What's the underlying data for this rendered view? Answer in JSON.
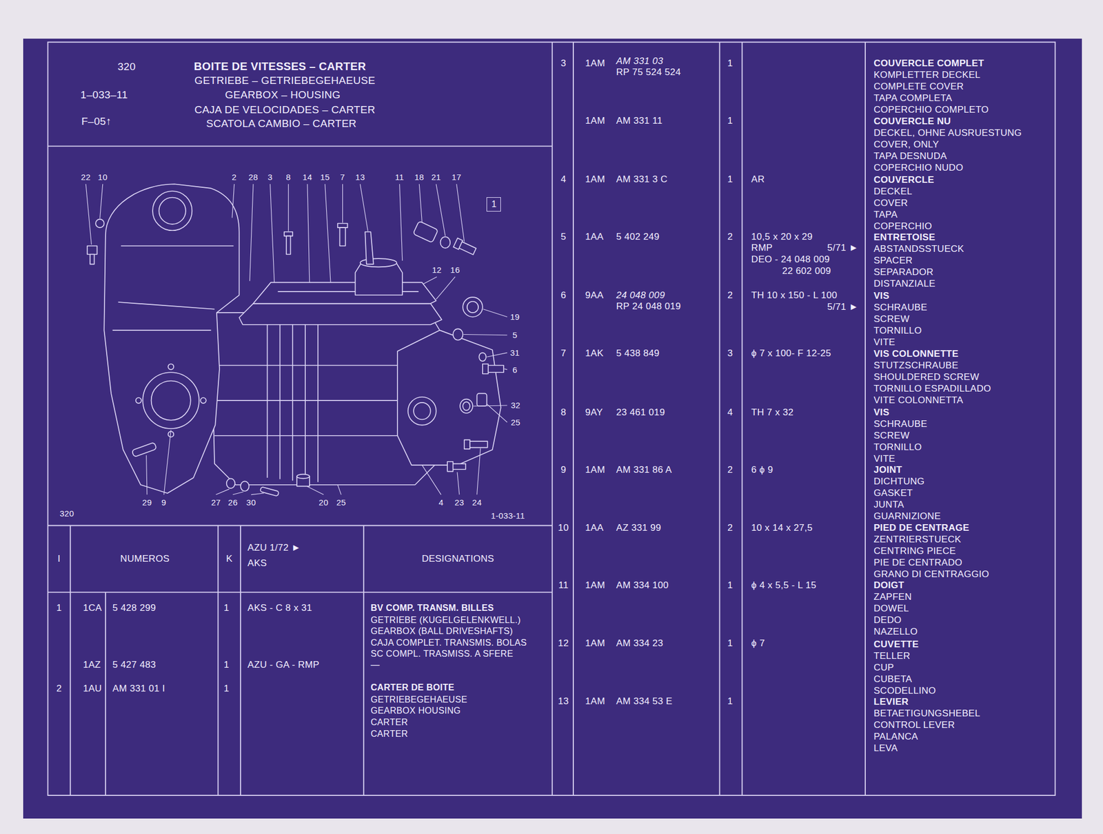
{
  "diagram": {
    "title": "BOITE DE VITESSES – CARTER",
    "nodes": [
      {
        "text": [
          "1"
        ]
      }
    ],
    "labels": [
      "320",
      "GETRIEBE – GETRIEBEGEHAEUSE",
      "1–033–11",
      "GEARBOX – HOUSING",
      "CAJA DE VELOCIDADES – CARTER",
      "F–05↑",
      "SCATOLA CAMBIO – CARTER",
      "22",
      "10",
      "2",
      "28",
      "3",
      "8",
      "14",
      "15",
      "7",
      "13",
      "11",
      "18",
      "21",
      "17",
      "12",
      "16",
      "19",
      "5",
      "31",
      "6",
      "32",
      "25",
      "29",
      "9",
      "27",
      "26",
      "30",
      "20",
      "25",
      "4",
      "23",
      "24",
      "320",
      "1-033-11",
      "I",
      "NUMEROS",
      "K",
      "AZU 1/72 ►",
      "AKS",
      "DESIGNATIONS",
      "1",
      "1CA",
      "5 428 299",
      "1",
      "AKS - C 8 x 31",
      "BV COMP. TRANSM. BILLES",
      "GETRIEBE (KUGELGELENKWELL.)",
      "GEARBOX (BALL DRIVESHAFTS)",
      "CAJA COMPLET. TRANSMIS. BOLAS",
      "SC COMPL. TRASMISS. A SFERE",
      "—",
      "1AZ",
      "5 427 483",
      "1",
      "AZU - GA - RMP",
      "2",
      "1AU",
      "AM 331 01 I",
      "1",
      "CARTER DE BOITE",
      "GETRIEBEGEHAEUSE",
      "GEARBOX HOUSING",
      "CARTER",
      "CARTER",
      "3",
      "1AM",
      "AM 331 03",
      "RP 75 524 524",
      "1",
      "COUVERCLE COMPLET",
      "KOMPLETTER DECKEL",
      "COMPLETE COVER",
      "TAPA COMPLETA",
      "COPERCHIO COMPLETO",
      "1AM",
      "AM 331 11",
      "1",
      "COUVERCLE NU",
      "DECKEL, OHNE AUSRUESTUNG",
      "COVER, ONLY",
      "TAPA DESNUDA",
      "COPERCHIO NUDO",
      "4",
      "1AM",
      "AM 331 3 C",
      "1",
      "AR",
      "COUVERCLE",
      "DECKEL",
      "COVER",
      "TAPA",
      "COPERCHIO",
      "5",
      "1AA",
      "5 402 249",
      "2",
      "10,5 x 20 x 29",
      "RMP",
      "5/71 ►",
      "DEO - 24 048 009",
      "22 602 009",
      "ENTRETOISE",
      "ABSTANDSSTUECK",
      "SPACER",
      "SEPARADOR",
      "DISTANZIALE",
      "6",
      "9AA",
      "24 048 009",
      "RP 24 048 019",
      "2",
      "TH 10 x 150 - L 100",
      "5/71 ►",
      "VIS",
      "SCHRAUBE",
      "SCREW",
      "TORNILLO",
      "VITE",
      "7",
      "1AK",
      "5 438 849",
      "3",
      "ϕ 7 x 100- F 12-25",
      "VIS COLONNETTE",
      "STUTZSCHRAUBE",
      "SHOULDERED SCREW",
      "TORNILLO ESPADILLADO",
      "VITE COLONNETTA",
      "8",
      "9AY",
      "23 461 019",
      "4",
      "TH 7 x 32",
      "VIS",
      "SCHRAUBE",
      "SCREW",
      "TORNILLO",
      "VITE",
      "9",
      "1AM",
      "AM 331 86 A",
      "2",
      "6 ϕ 9",
      "JOINT",
      "DICHTUNG",
      "GASKET",
      "JUNTA",
      "GUARNIZIONE",
      "10",
      "1AA",
      "AZ 331 99",
      "2",
      "10 x 14 x 27,5",
      "PIED DE CENTRAGE",
      "ZENTRIERSTUECK",
      "CENTRING PIECE",
      "PIE DE CENTRADO",
      "GRANO DI CENTRAGGIO",
      "11",
      "1AM",
      "AM 334 100",
      "1",
      "ϕ 4 x 5,5 - L 15",
      "DOIGT",
      "ZAPFEN",
      "DOWEL",
      "DEDO",
      "NAZELLO",
      "12",
      "1AM",
      "AM 334 23",
      "1",
      "ϕ 7",
      "CUVETTE",
      "TELLER",
      "CUP",
      "CUBETA",
      "SCODELLINO",
      "13",
      "1AM",
      "AM 334 53 E",
      "1",
      "LEVIER",
      "BETAETIGUNGSHEBEL",
      "CONTROL LEVER",
      "PALANCA",
      "LEVA"
    ]
  }
}
